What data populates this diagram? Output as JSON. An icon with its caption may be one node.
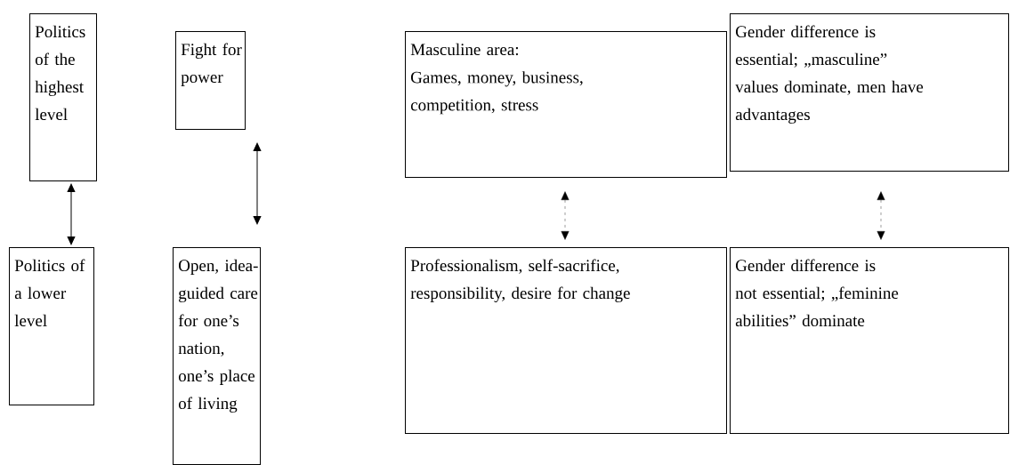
{
  "diagram": {
    "nodes": [
      {
        "text": [
          "Politics of the highest level"
        ]
      },
      {
        "text": [
          "Fight for power"
        ]
      },
      {
        "text": [
          "Masculine area:",
          "Games, money, business, competition, stress"
        ]
      },
      {
        "text": [
          "Gender difference is essential; „masculine” values dominate, men have advantages"
        ]
      },
      {
        "text": [
          "Politics of a lower level"
        ]
      },
      {
        "text": [
          "Open, idea-guided care for one’s nation, one’s place of living"
        ]
      },
      {
        "text": [
          "Professionalism, self-sacrifice, responsibility, desire for change"
        ]
      },
      {
        "text": [
          "Gender difference is not essential; „feminine abilities” dominate"
        ]
      }
    ],
    "edges": [
      {
        "from": 0,
        "to": 4,
        "arrow": "both"
      },
      {
        "from": 1,
        "to": 5,
        "arrow": "both"
      },
      {
        "from": 2,
        "to": 6,
        "arrow": "both",
        "style": "dashed"
      },
      {
        "from": 3,
        "to": 7,
        "arrow": "both",
        "style": "dashed"
      }
    ]
  }
}
